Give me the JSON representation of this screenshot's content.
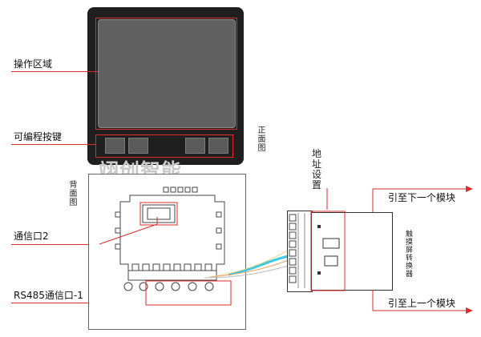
{
  "labels": {
    "operation_area": "操作区域",
    "programmable_keys": "可编程按键",
    "front_view": "正面图",
    "back_view": "背面图",
    "comm_port_2": "通信口2",
    "rs485_port_1": "RS485通信口-1",
    "address_setting": "地址设置",
    "to_next_module": "引至下一个模块",
    "to_prev_module": "引至上一个模块",
    "converter": "触摸屏转换器",
    "watermark": "翊创智能"
  },
  "colors": {
    "accent_red": "#e02b2b",
    "panel_dark": "#1f1f1f",
    "screen_gray": "#616161",
    "wire_cyan": "#3cc8e6"
  }
}
